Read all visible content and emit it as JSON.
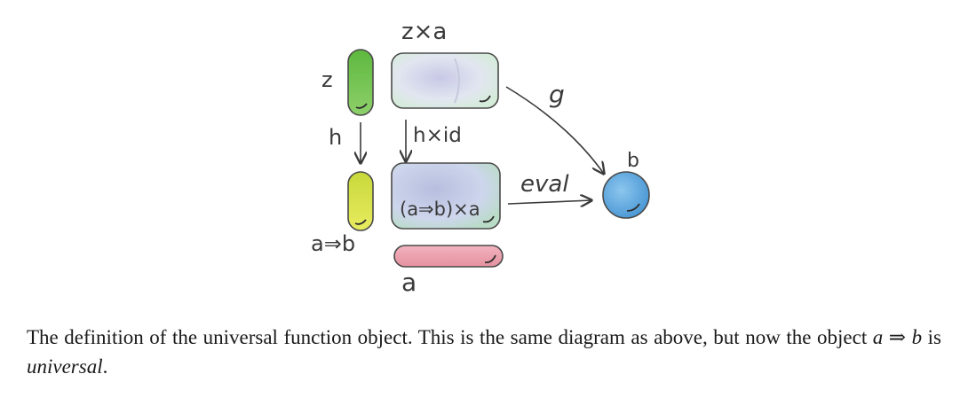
{
  "diagram": {
    "labels": {
      "z_times_a": "z×a",
      "z": "z",
      "h": "h",
      "h_times_id": "h×id",
      "g": "g",
      "eval": "eval",
      "b": "b",
      "exp_times_a": "(a⇒b)×a",
      "a_implies_b": "a⇒b",
      "a": "a"
    },
    "colors": {
      "z_object": "#6cc04a",
      "z_times_a_object": "#dfe3ef",
      "exp_object": "#d6e04a",
      "exp_times_a_object": "#c9d4ea",
      "a_object": "#f0a8b8",
      "b_object": "#6aaee0",
      "ink": "#3a3a3a"
    }
  },
  "caption": {
    "part1": "The definition of the universal function object. This is the same diagram as above, but now the object ",
    "math_a": "a",
    "math_arrow": " ⇒ ",
    "math_b": "b",
    "part2": " is ",
    "emph": "universal",
    "part3": "."
  }
}
